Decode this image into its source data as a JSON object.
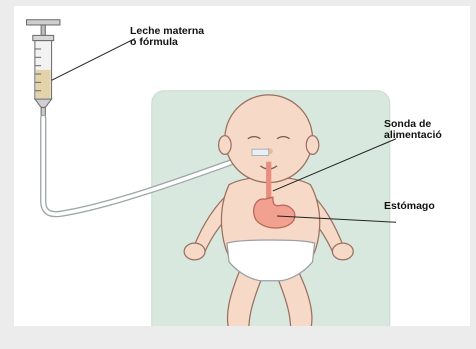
{
  "labels": {
    "milk": {
      "line1": "Leche materna",
      "line2": "o fórmula"
    },
    "tube": {
      "line1": "Sonda de",
      "line2": "alimentació"
    },
    "stomach": "Estómago"
  },
  "colors": {
    "background_panel": "#d8e8de",
    "skin": "#f6d9c6",
    "skin_outline": "#9a7060",
    "stomach": "#f2a090",
    "milk": "#e3d2aa",
    "tube": "#ffffff"
  }
}
